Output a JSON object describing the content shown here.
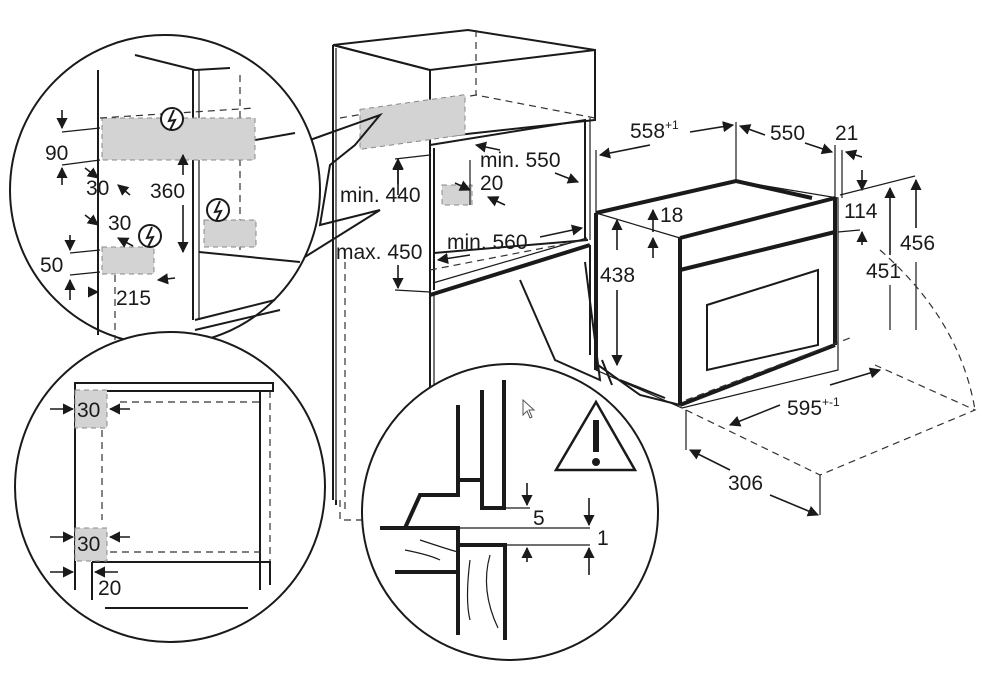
{
  "diagram": {
    "title": "Built-in oven installation dimensions (mm)",
    "units": "mm",
    "detail_top_left": {
      "labels": {
        "d90": "90",
        "d30a": "30",
        "d360": "360",
        "d30b": "30",
        "d50": "50",
        "d215": "215"
      },
      "icons": [
        "electrical-hazard-icon",
        "electrical-hazard-icon",
        "electrical-hazard-icon"
      ]
    },
    "cabinet": {
      "labels": {
        "min550": "min. 550",
        "d20": "20",
        "min440": "min. 440",
        "max450": "max. 450",
        "min560": "min. 560"
      }
    },
    "appliance": {
      "labels": {
        "d558": "558",
        "d558_tol": "+1",
        "d550": "550",
        "d21": "21",
        "d18": "18",
        "d114": "114",
        "d438": "438",
        "d451": "451",
        "d456": "456",
        "d595": "595",
        "d595_tol": "+-1",
        "d306": "306"
      }
    },
    "detail_bottom_left": {
      "labels": {
        "d30top": "30",
        "d30bottom": "30",
        "d20": "20"
      }
    },
    "detail_bottom_center": {
      "labels": {
        "d5": "5",
        "d1": "1"
      },
      "icons": [
        "warning-triangle-icon"
      ]
    }
  }
}
